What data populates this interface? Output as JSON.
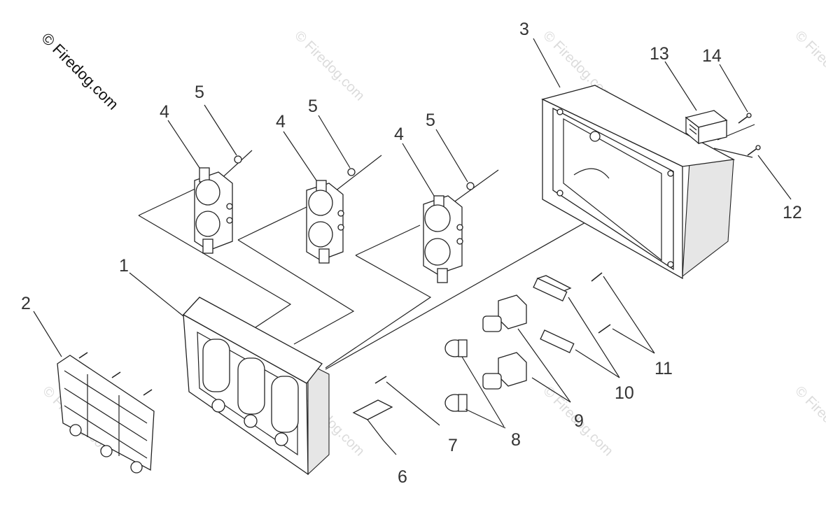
{
  "copyright": "© Firedog.com",
  "watermark": "© Firedog.com",
  "labels": {
    "l1": "1",
    "l2": "2",
    "l3": "3",
    "l4a": "4",
    "l4b": "4",
    "l4c": "4",
    "l5a": "5",
    "l5b": "5",
    "l5c": "5",
    "l6": "6",
    "l7": "7",
    "l8": "8",
    "l9": "9",
    "l10": "10",
    "l11": "11",
    "l12": "12",
    "l13": "13",
    "l14": "14"
  }
}
